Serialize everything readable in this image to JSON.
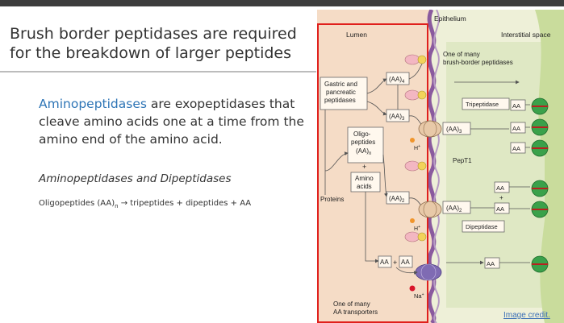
{
  "slide": {
    "title": "Brush border peptidases are required for the breakdown of larger peptides",
    "body_accent": "Aminopeptidases",
    "body_rest": " are exopeptidases that cleave amino acids one at a time from the amino end of the amino acid.",
    "subheading": "Aminopeptidases and Dipeptidases",
    "equation_prefix": "Oligopeptides (AA)",
    "equation_subscript": "n",
    "equation_suffix": " → tripeptides + dipeptides + AA",
    "image_credit": "Image credit."
  },
  "figure": {
    "epithelium": "Epithelium",
    "lumen": "Lumen",
    "interstitial": "Interstitial space",
    "one_of_many_1": "One of many",
    "brush_border": "brush-border peptidases",
    "gastric_1": "Gastric and",
    "gastric_2": "pancreatic",
    "gastric_3": "peptidases",
    "aa4": "(AA)",
    "aa4_sub": "4",
    "aa3": "(AA)",
    "aa3_sub": "3",
    "aa2": "(AA)",
    "aa2_sub": "2",
    "oligo_1": "Oligo-",
    "oligo_2": "peptides",
    "oligo_3": "(AA)",
    "oligo_3_sub": "n",
    "plus": "+",
    "amino_1": "Amino",
    "amino_2": "acids",
    "proteins": "Proteins",
    "hplus": "H",
    "hplus_sup": "+",
    "pept1": "PepT1",
    "tripeptidase": "Tripeptidase",
    "dipeptidase": "Dipeptidase",
    "aa": "AA",
    "aa_plus": "+",
    "na": "Na",
    "na_sup": "+",
    "transporters_1": "One of many",
    "transporters_2": "AA transporters",
    "colors": {
      "lumen": "#f5dcc6",
      "cell": "#eef0d8",
      "interstitial": "#c9dc9c",
      "highlight_box": "#e0201c",
      "protein_green": "#3aa14a",
      "membrane": "#8a5a9e"
    }
  }
}
